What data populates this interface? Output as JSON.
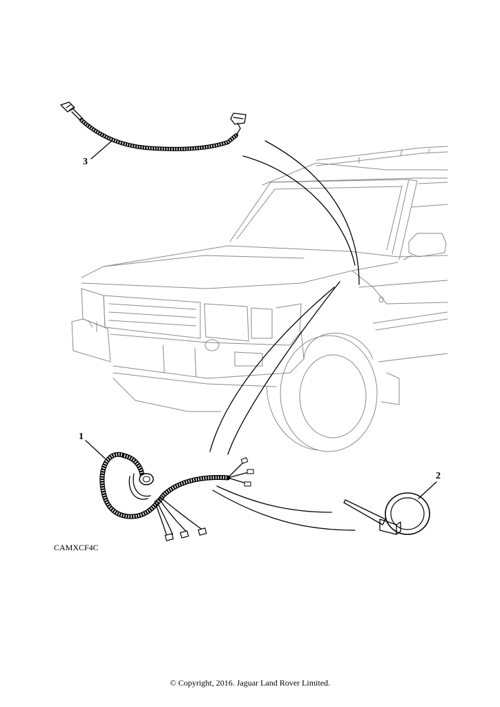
{
  "diagram": {
    "callouts": {
      "part_1": "1",
      "part_2": "2",
      "part_3": "3"
    },
    "reference_code": "CAMXCF4C"
  },
  "footer": {
    "copyright": "© Copyright, 2016. Jaguar Land Rover Limited."
  }
}
